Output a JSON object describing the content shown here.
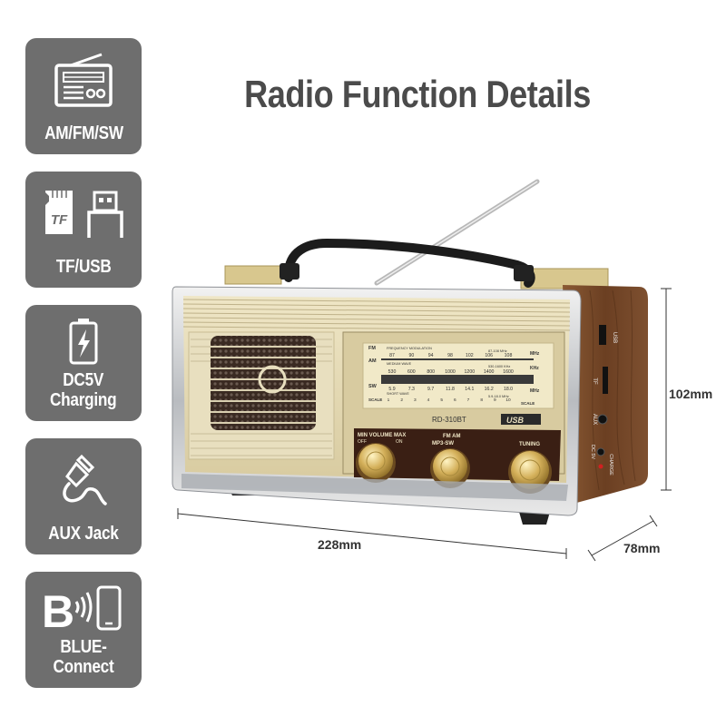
{
  "title": "Radio Function Details",
  "features": [
    {
      "label": "AM/FM/SW",
      "icon": "radio-icon"
    },
    {
      "label": "TF/USB",
      "icon": "tf-usb-icon",
      "icon_text": "TF"
    },
    {
      "label_lines": [
        "DC5V",
        "Charging"
      ],
      "icon": "battery-charging-icon"
    },
    {
      "label": "AUX Jack",
      "icon": "aux-cable-icon"
    },
    {
      "label_lines": [
        "BLUE-",
        "Connect"
      ],
      "icon": "bluetooth-phone-icon",
      "icon_text": "B"
    }
  ],
  "dimensions": {
    "width": "228mm",
    "depth": "78mm",
    "height": "102mm"
  },
  "radio": {
    "model": "RD-310BT",
    "brand_badge": "USB",
    "dial": {
      "fm_label": "FM",
      "fm_caption": "FREQUENCY MODULATION",
      "fm_range": "87-108 MHz",
      "fm_unit": "MHz",
      "fm_values": [
        "87",
        "90",
        "94",
        "98",
        "102",
        "106",
        "108"
      ],
      "am_label": "AM",
      "am_caption": "MEDIUM WAVE",
      "am_range": "530-1600 KHz",
      "am_unit": "KHz",
      "am_values": [
        "530",
        "600",
        "800",
        "1000",
        "1200",
        "1400",
        "1600"
      ],
      "sw_label": "SW",
      "sw_caption": "SHORT WAVE",
      "sw_range": "5.9-18.0 MHz",
      "sw_unit": "MHz",
      "sw_values": [
        "5.9",
        "7.3",
        "9.7",
        "11.8",
        "14.1",
        "16.2",
        "18.0"
      ],
      "scale_label": "SCALE",
      "scale_values": [
        "1",
        "2",
        "3",
        "4",
        "5",
        "6",
        "7",
        "8",
        "9",
        "10"
      ]
    },
    "knobs": {
      "volume_label": "MIN VOLUME MAX",
      "off_label": "OFF",
      "on_label": "ON",
      "band_top": "FM  AM",
      "band_bottom": "MP3-SW",
      "tuning_label": "TUNING"
    },
    "side_ports": {
      "usb": "USB",
      "tf": "TF",
      "aux": "AUX",
      "dc": "DC 5V",
      "charge": "CHARGE"
    }
  },
  "colors": {
    "tile_bg": "#6e6e6e",
    "title": "#4b4b4b",
    "wood": "#7a4a2a",
    "panel": "#e6dcb8",
    "brass": "#c9a64a"
  }
}
